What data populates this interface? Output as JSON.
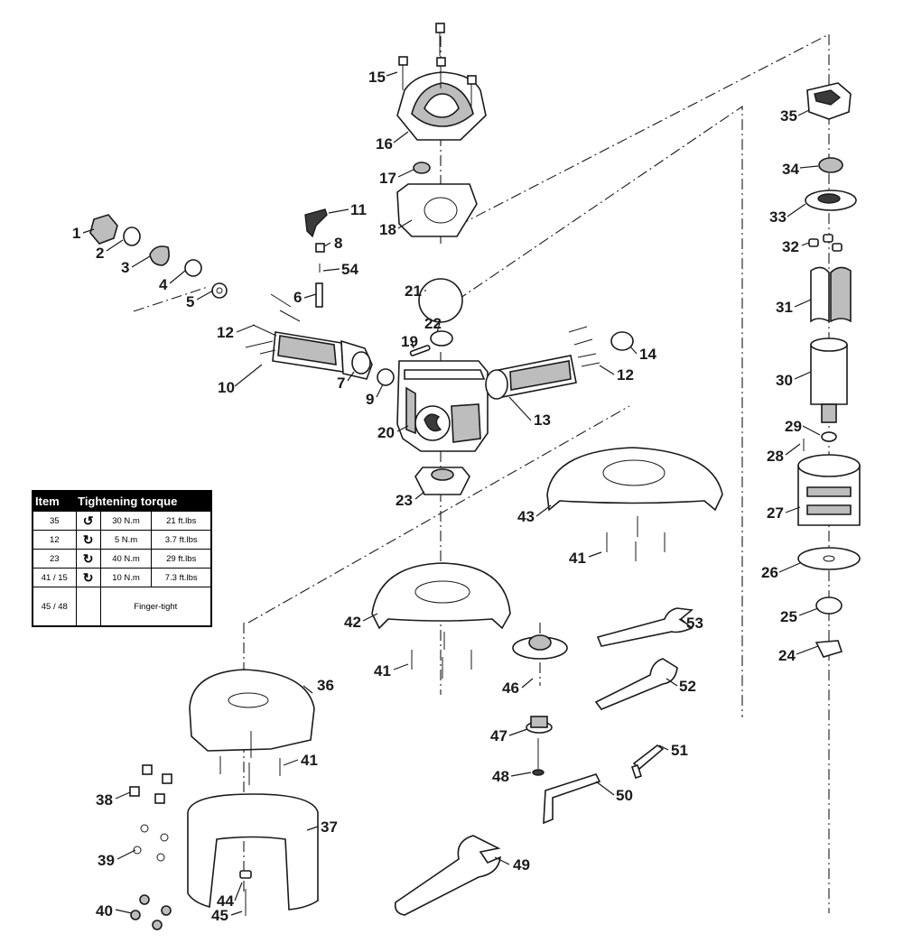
{
  "callouts": {
    "c1": "1",
    "c2": "2",
    "c3": "3",
    "c4": "4",
    "c5": "5",
    "c6": "6",
    "c7": "7",
    "c8": "8",
    "c9": "9",
    "c10": "10",
    "c11": "11",
    "c12a": "12",
    "c12b": "12",
    "c13": "13",
    "c14": "14",
    "c15": "15",
    "c16": "16",
    "c17": "17",
    "c18": "18",
    "c19": "19",
    "c20": "20",
    "c21": "21",
    "c22": "22",
    "c23": "23",
    "c24": "24",
    "c25": "25",
    "c26": "26",
    "c27": "27",
    "c28": "28",
    "c29": "29",
    "c30": "30",
    "c31": "31",
    "c32": "32",
    "c33": "33",
    "c34": "34",
    "c35": "35",
    "c36": "36",
    "c37": "37",
    "c38": "38",
    "c39": "39",
    "c40": "40",
    "c41a": "41",
    "c41b": "41",
    "c41c": "41",
    "c42": "42",
    "c43": "43",
    "c44": "44",
    "c45": "45",
    "c46": "46",
    "c47": "47",
    "c48": "48",
    "c49": "49",
    "c50": "50",
    "c51": "51",
    "c52": "52",
    "c53": "53",
    "c54": "54"
  },
  "torque_table": {
    "header_item": "Item",
    "header_torque": "Tightening torque",
    "rows": [
      {
        "item": "35",
        "rotation": "↺",
        "nm": "30 N.m",
        "ftlbs": "21 ft.lbs"
      },
      {
        "item": "12",
        "rotation": "↻",
        "nm": "5 N.m",
        "ftlbs": "3.7 ft.lbs"
      },
      {
        "item": "23",
        "rotation": "↻",
        "nm": "40 N.m",
        "ftlbs": "29 ft.lbs"
      },
      {
        "item": "41 / 15",
        "rotation": "↻",
        "nm": "10 N.m",
        "ftlbs": "7.3 ft.lbs"
      }
    ],
    "finger_item": "45 / 48",
    "finger_note": "Finger-tight"
  }
}
